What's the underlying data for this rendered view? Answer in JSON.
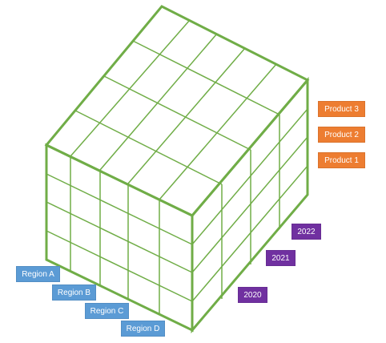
{
  "colors": {
    "cube": "#70ad47",
    "region": "#5b9bd5",
    "year": "#7030a0",
    "product": "#ed7d31"
  },
  "region_labels": [
    "Region A",
    "Region B",
    "Region C",
    "Region D"
  ],
  "year_labels": [
    "2022",
    "2021",
    "2020"
  ],
  "product_labels": [
    "Product 3",
    "Product 2",
    "Product 1"
  ]
}
